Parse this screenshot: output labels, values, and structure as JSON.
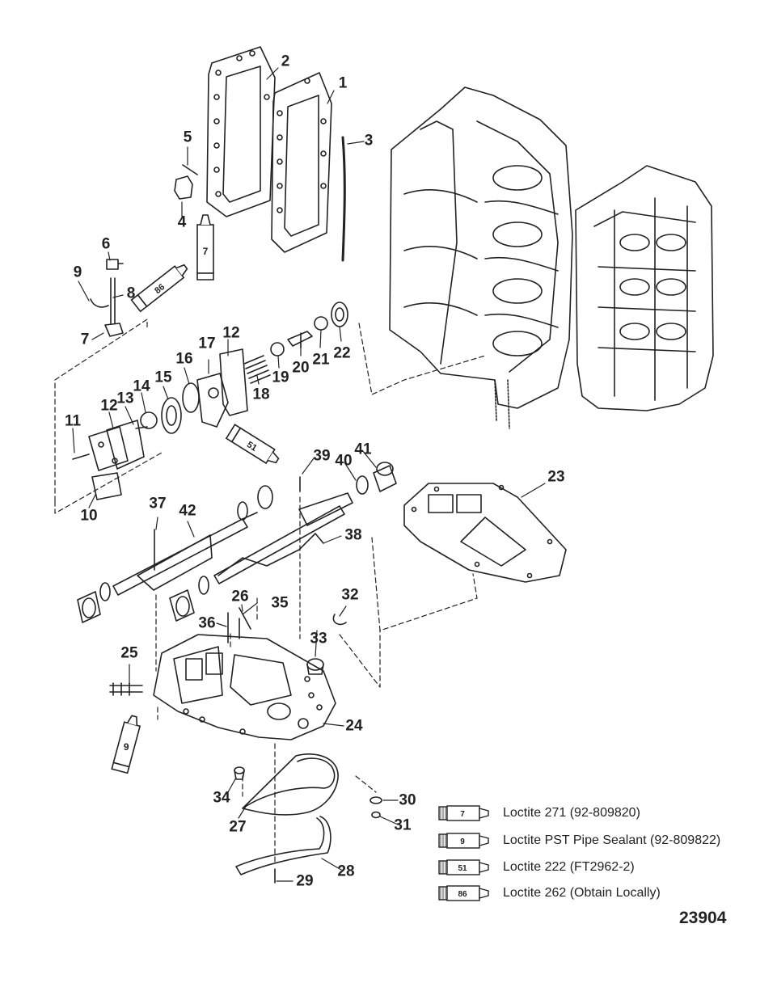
{
  "callouts": [
    "1",
    "2",
    "3",
    "4",
    "5",
    "6",
    "7",
    "8",
    "9",
    "10",
    "11",
    "12",
    "12",
    "13",
    "14",
    "15",
    "16",
    "17",
    "18",
    "19",
    "20",
    "21",
    "22",
    "23",
    "24",
    "25",
    "26",
    "27",
    "28",
    "29",
    "30",
    "31",
    "32",
    "33",
    "34",
    "35",
    "36",
    "37",
    "38",
    "39",
    "40",
    "41",
    "42"
  ],
  "tube_labels": {
    "t86": "86",
    "t7": "7",
    "t51": "51",
    "t9": "9"
  },
  "legend": [
    {
      "code": "7",
      "text": "Loctite 271 (92-809820)"
    },
    {
      "code": "9",
      "text": "Loctite PST Pipe Sealant (92-809822)"
    },
    {
      "code": "51",
      "text": "Loctite 222  (FT2962-2)"
    },
    {
      "code": "86",
      "text": "Loctite 262  (Obtain Locally)"
    }
  ],
  "figure_id": "23904"
}
